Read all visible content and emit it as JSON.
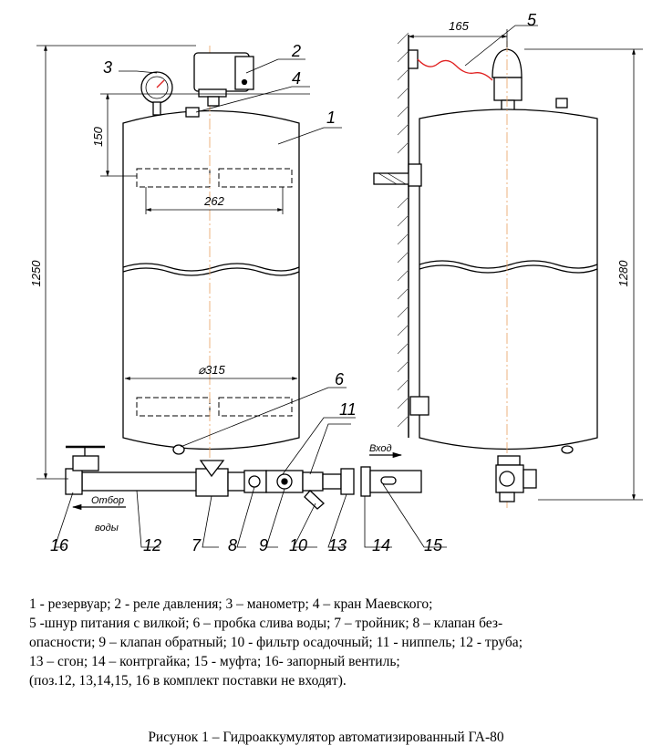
{
  "dimensions": {
    "height_total": "1250",
    "gauge_offset": "150",
    "bracket_width": "262",
    "diameter": "⌀315",
    "wall_offset": "165",
    "height_side": "1280"
  },
  "callouts": {
    "n1": "1",
    "n2": "2",
    "n3": "3",
    "n4": "4",
    "n5": "5",
    "n6": "6",
    "n7": "7",
    "n8": "8",
    "n9": "9",
    "n10": "10",
    "n11": "11",
    "n12": "12",
    "n13": "13",
    "n14": "14",
    "n15": "15",
    "n16": "16"
  },
  "flow": {
    "outlet_line1": "Отбор",
    "outlet_line2": "воды",
    "inlet": "Вход"
  },
  "legend": [
    "1 - резервуар; 2 - реле давления; 3 – манометр; 4 – кран Маевского;",
    "5 -шнур питания с вилкой;  6 – пробка слива воды; 7 – тройник; 8 – клапан без-",
    "опасности; 9 – клапан обратный; 10 - фильтр осадочный; 11 - ниппель; 12 - труба;",
    "13 – сгон; 14 – контргайка; 15 - муфта; 16- запорный вентиль;",
    "(поз.12, 13,14,15, 16  в комплект поставки не входят)."
  ],
  "caption": "Рисунок 1 – Гидроаккумулятор автоматизированный ГА-80",
  "colors": {
    "line": "#000000",
    "centerline": "#e8a060",
    "cable": "#e02020",
    "wall_hatch": "#555555"
  }
}
